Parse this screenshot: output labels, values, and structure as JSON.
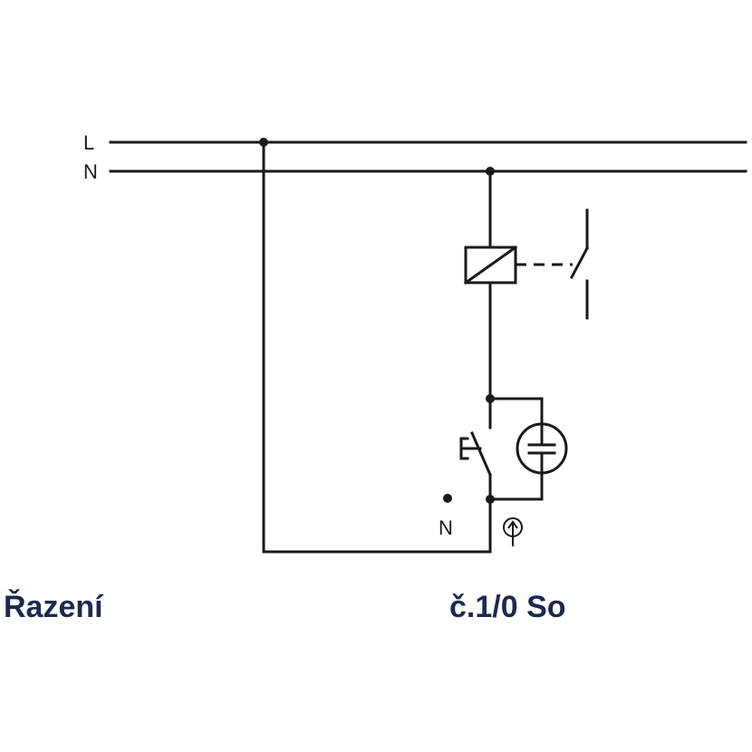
{
  "diagram": {
    "conductors": {
      "line_label": "L",
      "neutral_label": "N"
    },
    "push_button": {
      "neutral_terminal_label": "N"
    },
    "caption_left": "Řazení",
    "caption_right": "č.1/0 So",
    "colors": {
      "lines": "#1a1a1a",
      "caption": "#1b2a4e"
    },
    "icons": [
      "relay-coil-icon",
      "relay-contact-icon",
      "push-button-icon",
      "glow-lamp-icon",
      "lamp-symbol-icon"
    ]
  }
}
